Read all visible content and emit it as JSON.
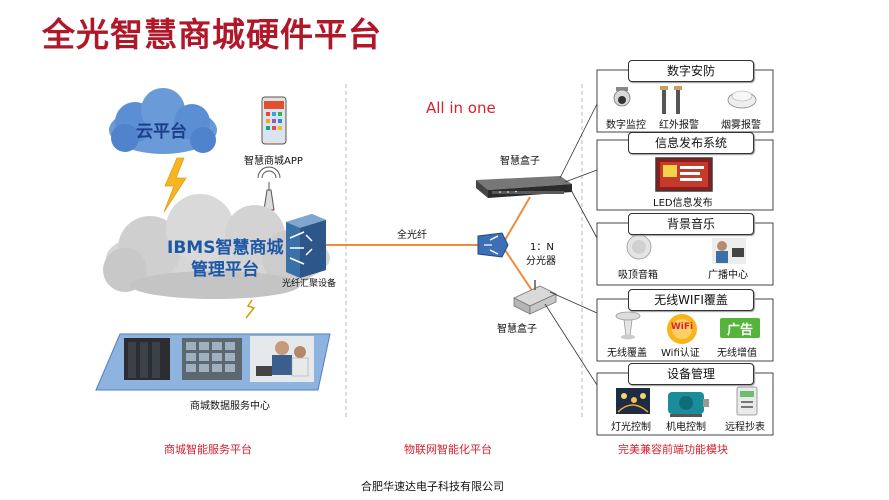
{
  "title": "全光智慧商城硬件平台",
  "all_in_one": "All in one",
  "cloud_platform": "云平台",
  "app_label": "智慧商城APP",
  "ibms_line1": "IBMS智慧商城",
  "ibms_line2": "管理平台",
  "aggregation_label": "光纤汇聚设备",
  "fiber_label": "全光纤",
  "splitter_label_1": "1：N",
  "splitter_label_2": "分光器",
  "smart_box_top": "智慧盒子",
  "smart_box_bottom": "智慧盒子",
  "data_center_label": "商城数据服务中心",
  "modules": [
    {
      "title": "数字安防",
      "devices": [
        "数字监控",
        "红外报警",
        "烟雾报警"
      ]
    },
    {
      "title": "信息发布系统",
      "devices": [
        "LED信息发布"
      ]
    },
    {
      "title": "背景音乐",
      "devices": [
        "吸顶音箱",
        "广播中心"
      ]
    },
    {
      "title": "无线WIFI覆盖",
      "devices": [
        "无线覆盖",
        "Wifi认证",
        "无线增值"
      ]
    },
    {
      "title": "设备管理",
      "devices": [
        "灯光控制",
        "机电控制",
        "远程抄表"
      ]
    }
  ],
  "wifi_badge": "WiFi",
  "ad_badge": "广告",
  "footer": {
    "left": "商城智能服务平台",
    "middle": "物联网智能化平台",
    "right": "完美兼容前端功能模块"
  },
  "company": "合肥华速达电子科技有限公司",
  "colors": {
    "title": "#b0182a",
    "accent": "#d8202e",
    "fiber": "#f08a3c",
    "cloud_blue": "#5a8fd0"
  }
}
